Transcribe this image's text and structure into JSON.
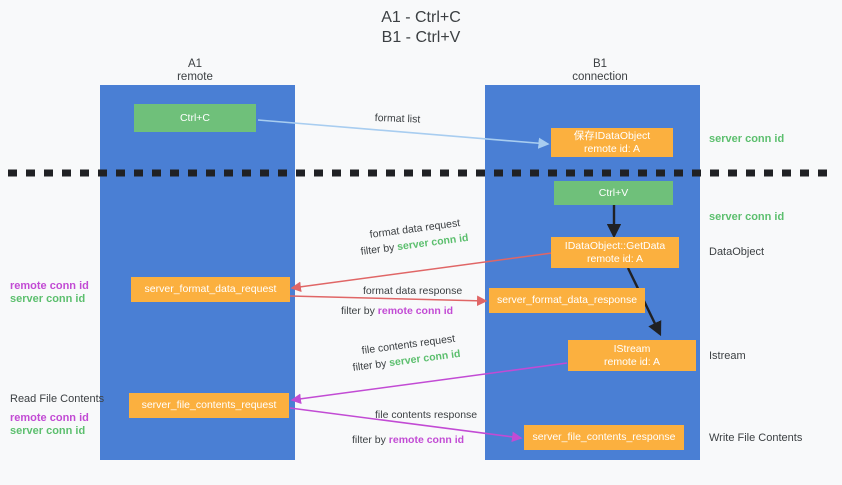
{
  "title": {
    "line1": "A1 - Ctrl+C",
    "line2": "B1 - Ctrl+V"
  },
  "colors": {
    "lane": "#4a7fd4",
    "green_box": "#6fc07a",
    "orange_box": "#fbb03f",
    "server_conn_id": "#5cbf6e",
    "remote_conn_id": "#c24bd4",
    "format_list_arrow": "#a8cdf0",
    "format_data_arrow": "#e06666",
    "file_contents_arrow": "#c24bd4",
    "dashed_divider": "#202124",
    "background": "#f8f9fa"
  },
  "lanes": [
    {
      "id": "a1",
      "header_line1": "A1",
      "header_line2": "remote"
    },
    {
      "id": "b1",
      "header_line1": "B1",
      "header_line2": "connection"
    }
  ],
  "boxes": [
    {
      "id": "ctrl-c",
      "kind": "green",
      "line1": "Ctrl+C",
      "line2": ""
    },
    {
      "id": "save-idataobject",
      "kind": "orange",
      "line1": "保存IDataObject",
      "line2": "remote id: A"
    },
    {
      "id": "ctrl-v",
      "kind": "green",
      "line1": "Ctrl+V",
      "line2": ""
    },
    {
      "id": "idataobject-getdata",
      "kind": "orange",
      "line1": "IDataObject::GetData",
      "line2": "remote id: A"
    },
    {
      "id": "server-format-data-request",
      "kind": "orange",
      "line1": "server_format_data_request",
      "line2": ""
    },
    {
      "id": "server-format-data-response",
      "kind": "orange",
      "line1": "server_format_data_response",
      "line2": ""
    },
    {
      "id": "istream",
      "kind": "orange",
      "line1": "IStream",
      "line2": "remote id: A"
    },
    {
      "id": "server-file-contents-request",
      "kind": "orange",
      "line1": "server_file_contents_request",
      "line2": ""
    },
    {
      "id": "server-file-contents-response",
      "kind": "orange",
      "line1": "server_file_contents_response",
      "line2": ""
    }
  ],
  "right_labels": [
    {
      "id": "server-conn-id-top",
      "text": "server conn id",
      "style": "green"
    },
    {
      "id": "server-conn-id-middle",
      "text": "server conn id",
      "style": "green"
    },
    {
      "id": "dataobject",
      "text": "DataObject",
      "style": "plain"
    },
    {
      "id": "istream",
      "text": "Istream",
      "style": "plain"
    },
    {
      "id": "write-file-contents",
      "text": "Write File Contents",
      "style": "plain"
    }
  ],
  "left_labels": [
    {
      "id": "remote-conn-id-upper",
      "text": "remote conn id",
      "style": "purple"
    },
    {
      "id": "server-conn-id-upper",
      "text": "server conn id",
      "style": "green"
    },
    {
      "id": "read-file-contents",
      "text": "Read File Contents",
      "style": "plain"
    },
    {
      "id": "remote-conn-id-lower",
      "text": "remote conn id",
      "style": "purple"
    },
    {
      "id": "server-conn-id-lower",
      "text": "server conn id",
      "style": "green"
    }
  ],
  "edge_labels": [
    {
      "id": "format-list",
      "text": "format list",
      "filter_prefix": "",
      "filter_value": ""
    },
    {
      "id": "format-data-request",
      "text": "format data request",
      "filter_prefix": "filter by ",
      "filter_value": "server conn id",
      "filter_style": "green"
    },
    {
      "id": "format-data-response",
      "text": "format data response",
      "filter_prefix": "filter by ",
      "filter_value": "remote conn id",
      "filter_style": "purple"
    },
    {
      "id": "file-contents-request",
      "text": "file contents request",
      "filter_prefix": "filter by ",
      "filter_value": "server conn id",
      "filter_style": "green"
    },
    {
      "id": "file-contents-response",
      "text": "file contents response",
      "filter_prefix": "filter by ",
      "filter_value": "remote conn id",
      "filter_style": "purple"
    }
  ]
}
